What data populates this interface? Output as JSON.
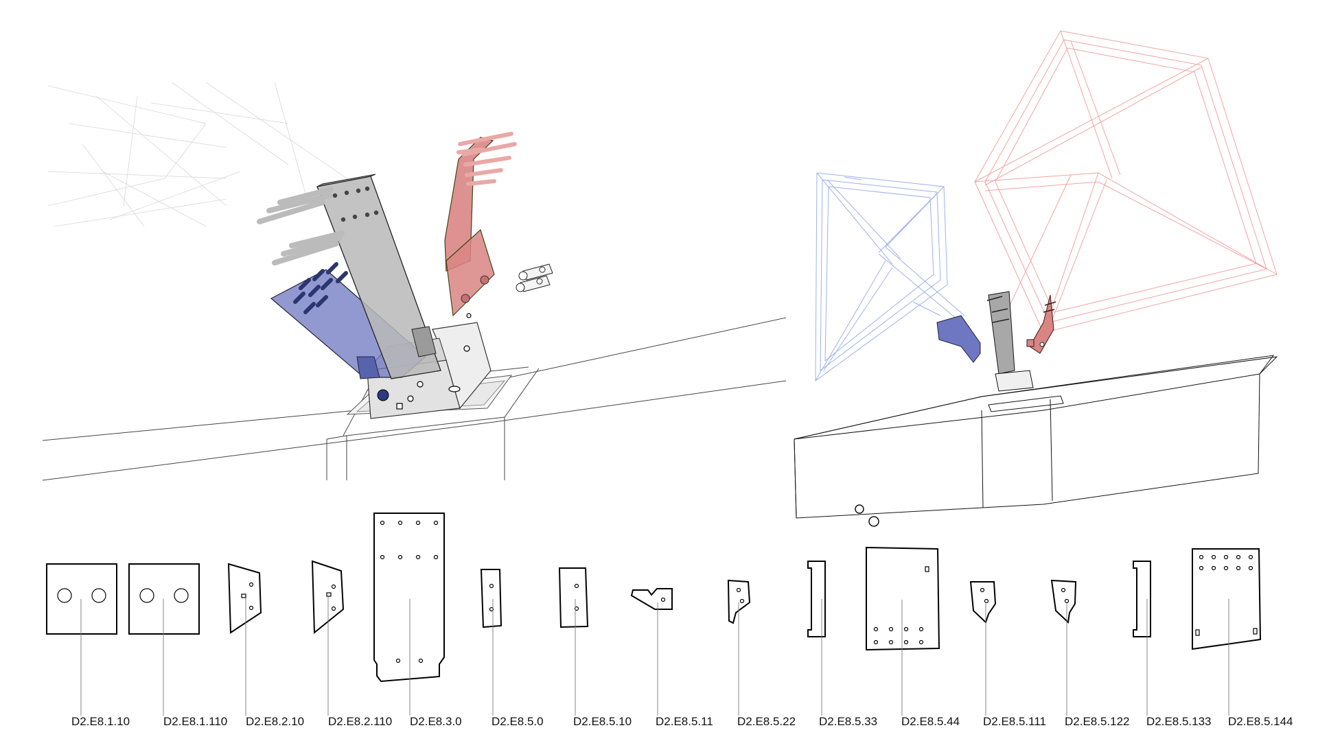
{
  "figure": {
    "views": {
      "detail": {
        "plate_colors": {
          "grey": "#b9b9b9",
          "blue": "#6d77c2",
          "red": "#d98584"
        }
      },
      "overview": {
        "frame_colors": {
          "blue": "#9fb0ea",
          "red": "#f2a3a3"
        }
      }
    },
    "parts": [
      {
        "id": "p1",
        "label": "D2.E8.1.10"
      },
      {
        "id": "p2",
        "label": "D2.E8.1.110"
      },
      {
        "id": "p3",
        "label": "D2.E8.2.10"
      },
      {
        "id": "p4",
        "label": "D2.E8.2.110"
      },
      {
        "id": "p5",
        "label": "D2.E8.3.0"
      },
      {
        "id": "p6",
        "label": "D2.E8.5.0"
      },
      {
        "id": "p7",
        "label": "D2.E8.5.10"
      },
      {
        "id": "p8",
        "label": "D2.E8.5.11"
      },
      {
        "id": "p9",
        "label": "D2.E8.5.22"
      },
      {
        "id": "p10",
        "label": "D2.E8.5.33"
      },
      {
        "id": "p11",
        "label": "D2.E8.5.44"
      },
      {
        "id": "p12",
        "label": "D2.E8.5.111"
      },
      {
        "id": "p13",
        "label": "D2.E8.5.122"
      },
      {
        "id": "p14",
        "label": "D2.E8.5.133"
      },
      {
        "id": "p15",
        "label": "D2.E8.5.144"
      }
    ]
  }
}
